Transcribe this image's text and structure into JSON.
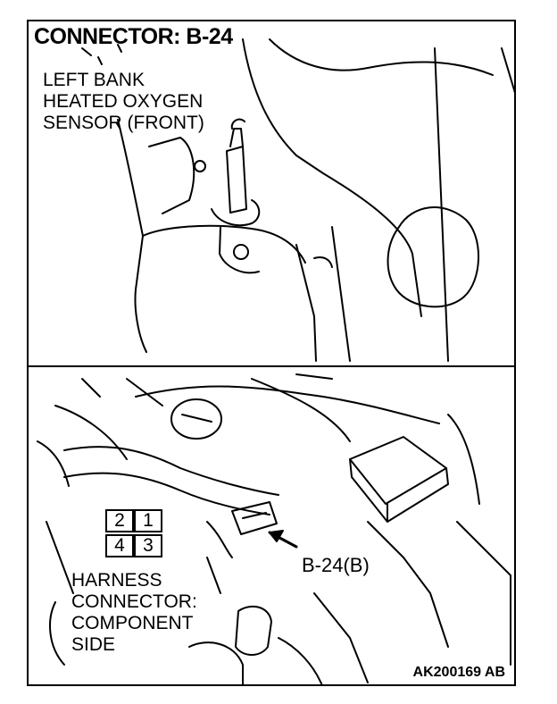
{
  "title": "CONNECTOR: B-24",
  "sensor_label": {
    "line1": "LEFT BANK",
    "line2": "HEATED OXYGEN",
    "line3": "SENSOR (FRONT)"
  },
  "connector_pins": {
    "top_left": "2",
    "top_right": "1",
    "bottom_left": "4",
    "bottom_right": "3"
  },
  "harness_label": {
    "line1": "HARNESS",
    "line2": "CONNECTOR:",
    "line3": "COMPONENT",
    "line4": "SIDE"
  },
  "connector_callout": "B-24(B)",
  "figure_id": "AK200169 AB"
}
